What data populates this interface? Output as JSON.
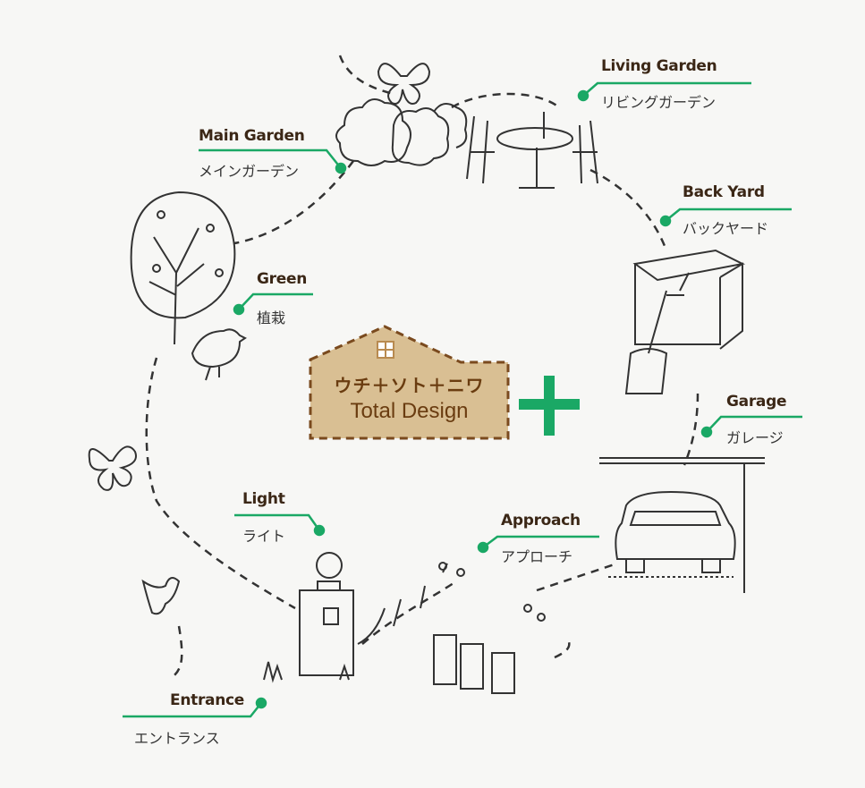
{
  "center": {
    "title_jp": "ウチ＋ソト＋ニワ",
    "title_en": "Total Design"
  },
  "colors": {
    "accent": "#1aa865",
    "house_fill": "#d9bf93",
    "house_border": "#7a4a1e",
    "text": "#3b2716"
  },
  "labels": [
    {
      "id": "living-garden",
      "en": "Living Garden",
      "jp": "リビングガーデン"
    },
    {
      "id": "main-garden",
      "en": "Main Garden",
      "jp": "メインガーデン"
    },
    {
      "id": "back-yard",
      "en": "Back Yard",
      "jp": "バックヤード"
    },
    {
      "id": "green",
      "en": "Green",
      "jp": "植栽"
    },
    {
      "id": "garage",
      "en": "Garage",
      "jp": "ガレージ"
    },
    {
      "id": "light",
      "en": "Light",
      "jp": "ライト"
    },
    {
      "id": "approach",
      "en": "Approach",
      "jp": "アプローチ"
    },
    {
      "id": "entrance",
      "en": "Entrance",
      "jp": "エントランス"
    }
  ]
}
